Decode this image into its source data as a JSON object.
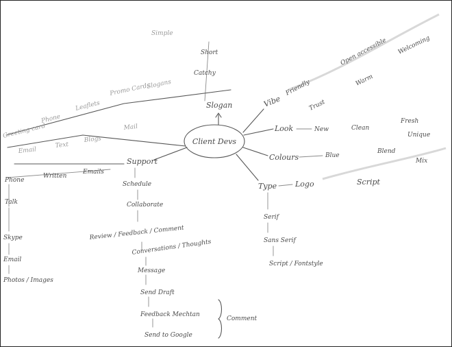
{
  "center": "Client Devs",
  "up_branch": {
    "label": "Slogan",
    "items": [
      "Catchy",
      "Short",
      "Simple"
    ]
  },
  "right_branches": {
    "vibe": {
      "label": "Vibe",
      "items": [
        "Friendly",
        "Open accessible",
        "Trust",
        "Warm",
        "Welcoming"
      ]
    },
    "look": {
      "label": "Look",
      "items": [
        "New",
        "Clean",
        "Fresh",
        "Unique"
      ]
    },
    "colours": {
      "label": "Colours",
      "items": [
        "Blue",
        "Blend",
        "Mix"
      ]
    },
    "type": {
      "label": "Type",
      "items": [
        "Logo",
        "Script"
      ]
    }
  },
  "type_chain": [
    "Serif",
    "Sans Serif",
    "Script / Fontstyle"
  ],
  "left_branches": {
    "upper": [
      "Greeting card",
      "Promo Cards",
      "Slogans",
      "Phone",
      "Leaflets"
    ],
    "middle": [
      "Email",
      "Text",
      "Blogs",
      "Mail"
    ]
  },
  "support": {
    "label": "Support",
    "side_chain": [
      "Phone",
      "Written",
      "Emails"
    ],
    "side_list": [
      "Talk",
      "Skype",
      "Email",
      "Photos / Images"
    ],
    "chain": [
      "Schedule",
      "Collaborate",
      "Review / Feedback / Comment",
      "Conversations / Thoughts",
      "Message",
      "Send Draft",
      "Feedback Mechtan",
      "Send to Google"
    ],
    "bracket_note": "Comment"
  }
}
